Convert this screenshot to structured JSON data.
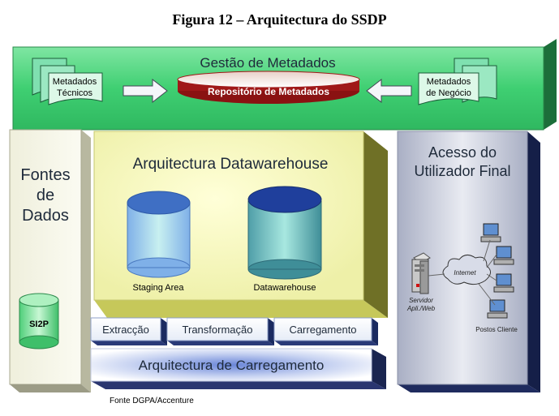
{
  "figure_title": "Figura 12 – Arquitectura do SSDP",
  "metadata_section": {
    "title": "Gestão de Metadados",
    "technical_docs": [
      "Metadados",
      "Técnicos"
    ],
    "repository": "Repositório de Metadados",
    "business_docs": [
      "Metadados",
      "de Negócio"
    ]
  },
  "sources": {
    "title_lines": [
      "Fontes",
      "de",
      "Dados"
    ],
    "database": "SI2P"
  },
  "datawarehouse": {
    "title": "Arquitectura Datawarehouse",
    "staging_label": "Staging Area",
    "dw_label": "Datawarehouse"
  },
  "etl_steps": [
    "Extracção",
    "Transformação",
    "Carregamento"
  ],
  "loading_architecture": "Arquitectura de Carregamento",
  "access": {
    "title_lines": [
      "Acesso do",
      "Utilizador Final"
    ],
    "server_lines": [
      "Servidor",
      "Apli./Web"
    ],
    "internet": "Internet",
    "clients": "Postos Cliente"
  },
  "source_note": "Fonte DGPA/Accenture",
  "colors": {
    "metadata_green": "#3fcf72",
    "repository_red": "#a01818",
    "dw_panel": "#f4f4b0",
    "cylinder_blue": "#2e5fc0",
    "access_panel": "#c8ccd8",
    "panel_shadow": "#1a2550"
  }
}
